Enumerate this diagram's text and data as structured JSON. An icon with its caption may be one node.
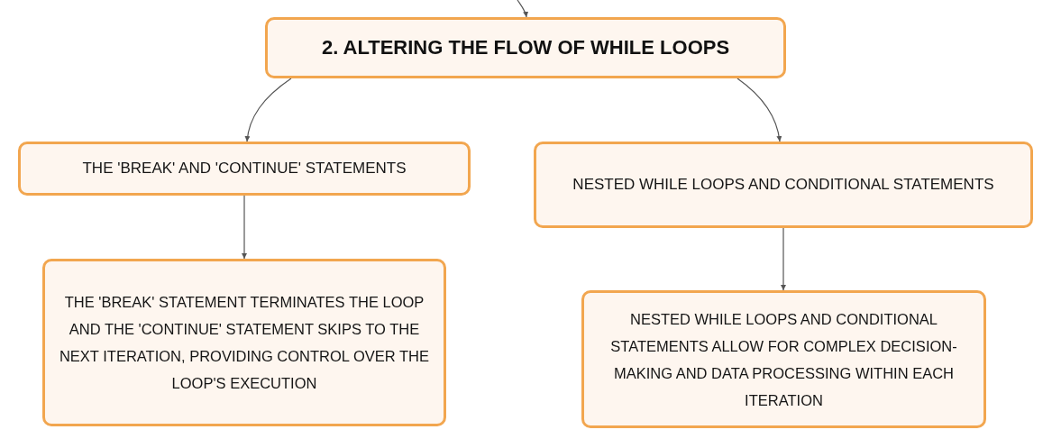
{
  "diagram": {
    "nodes": [
      {
        "text": [
          "2. ALTERING THE FLOW OF WHILE LOOPS"
        ]
      },
      {
        "text": [
          "THE 'BREAK' AND 'CONTINUE' STATEMENTS"
        ]
      },
      {
        "text": [
          "NESTED WHILE LOOPS AND CONDITIONAL STATEMENTS"
        ]
      },
      {
        "text": [
          "THE 'BREAK' STATEMENT TERMINATES THE LOOP AND THE 'CONTINUE' STATEMENT SKIPS TO THE NEXT ITERATION, PROVIDING CONTROL OVER THE LOOP'S EXECUTION"
        ]
      },
      {
        "text": [
          "NESTED WHILE LOOPS AND CONDITIONAL STATEMENTS ALLOW FOR COMPLEX DECISION-MAKING AND DATA PROCESSING WITHIN EACH ITERATION"
        ]
      }
    ],
    "edges": [
      {
        "from": null,
        "to": 0,
        "arrow": "to"
      },
      {
        "from": 0,
        "to": 1,
        "arrow": "to"
      },
      {
        "from": 0,
        "to": 2,
        "arrow": "to"
      },
      {
        "from": 1,
        "to": 3,
        "arrow": "to"
      },
      {
        "from": 2,
        "to": 4,
        "arrow": "to"
      }
    ]
  }
}
